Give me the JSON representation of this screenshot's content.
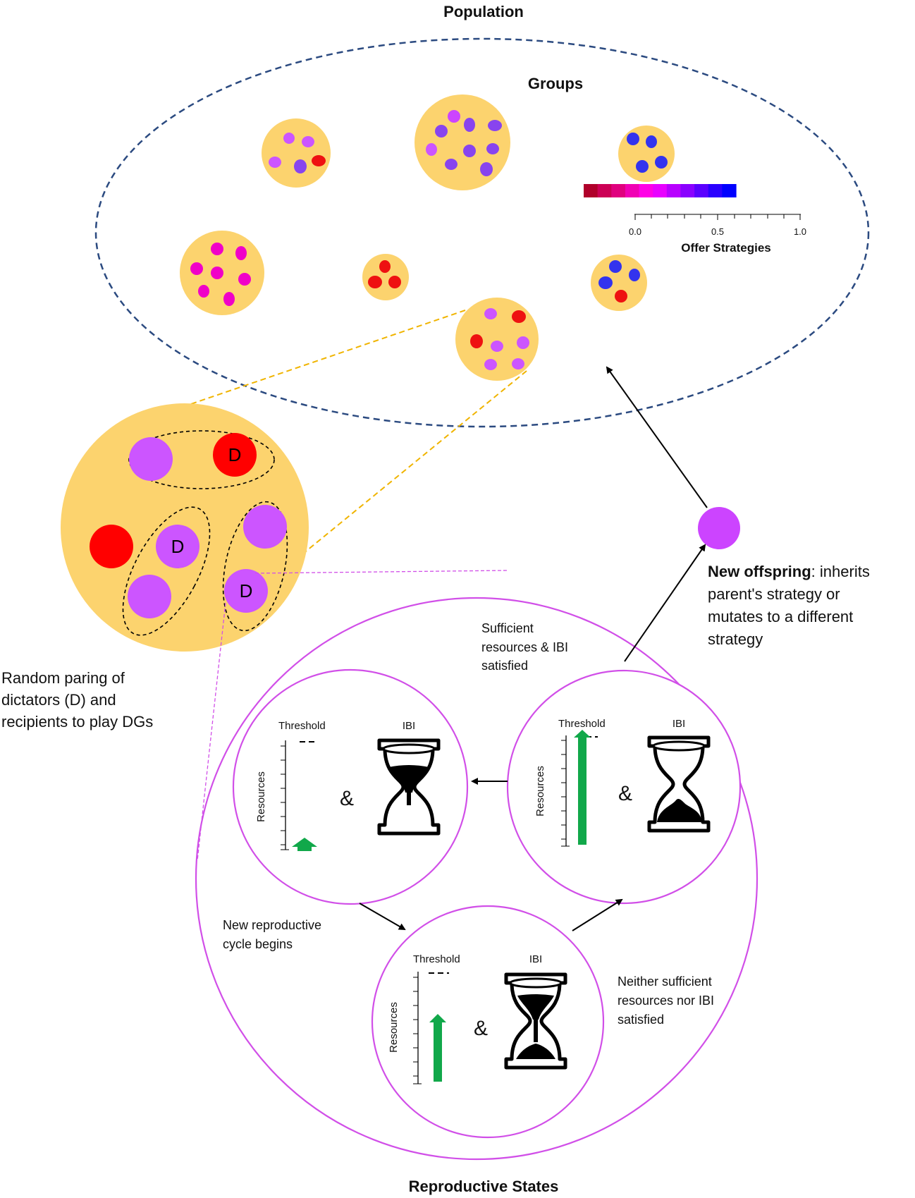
{
  "titles": {
    "population": "Population",
    "groups": "Groups",
    "reproductive_states": "Reproductive States"
  },
  "legend": {
    "title": "Offer Strategies",
    "ticks": [
      "0.0",
      "0.5",
      "1.0"
    ],
    "gradient": [
      "#b0002a",
      "#cc0055",
      "#e0007e",
      "#f000b4",
      "#ff00e6",
      "#e800ff",
      "#b800ff",
      "#8a00ff",
      "#5a00ff",
      "#2a00ff",
      "#0000ff"
    ]
  },
  "colors": {
    "group_fill": "#fcd36e",
    "red": "#ff0000",
    "magenta": "#f000c8",
    "violet": "#cc55ff",
    "purple_blue": "#8844ee",
    "blue": "#3333ee",
    "population_border": "#2b4a80",
    "zoom_line": "#f0b400",
    "cycle_border": "#d14fe8",
    "green": "#11a84a"
  },
  "pairing": {
    "d_label": "D",
    "caption": [
      "Random paring of",
      "dictators (D) and",
      "recipients to play DGs"
    ]
  },
  "offspring": {
    "bold": "New offspring",
    "rest": ":  inherits",
    "lines": [
      "parent's strategy or",
      "mutates to a different",
      "strategy"
    ]
  },
  "states": {
    "threshold": "Threshold",
    "ibi": "IBI",
    "resources": "Resources",
    "amp": "&",
    "sufficient": [
      "Sufficient",
      "resources & IBI",
      "satisfied"
    ],
    "new_cycle": [
      "New reproductive",
      "cycle begins"
    ],
    "neither": [
      "Neither sufficient",
      "resources nor IBI",
      "satisfied"
    ]
  }
}
